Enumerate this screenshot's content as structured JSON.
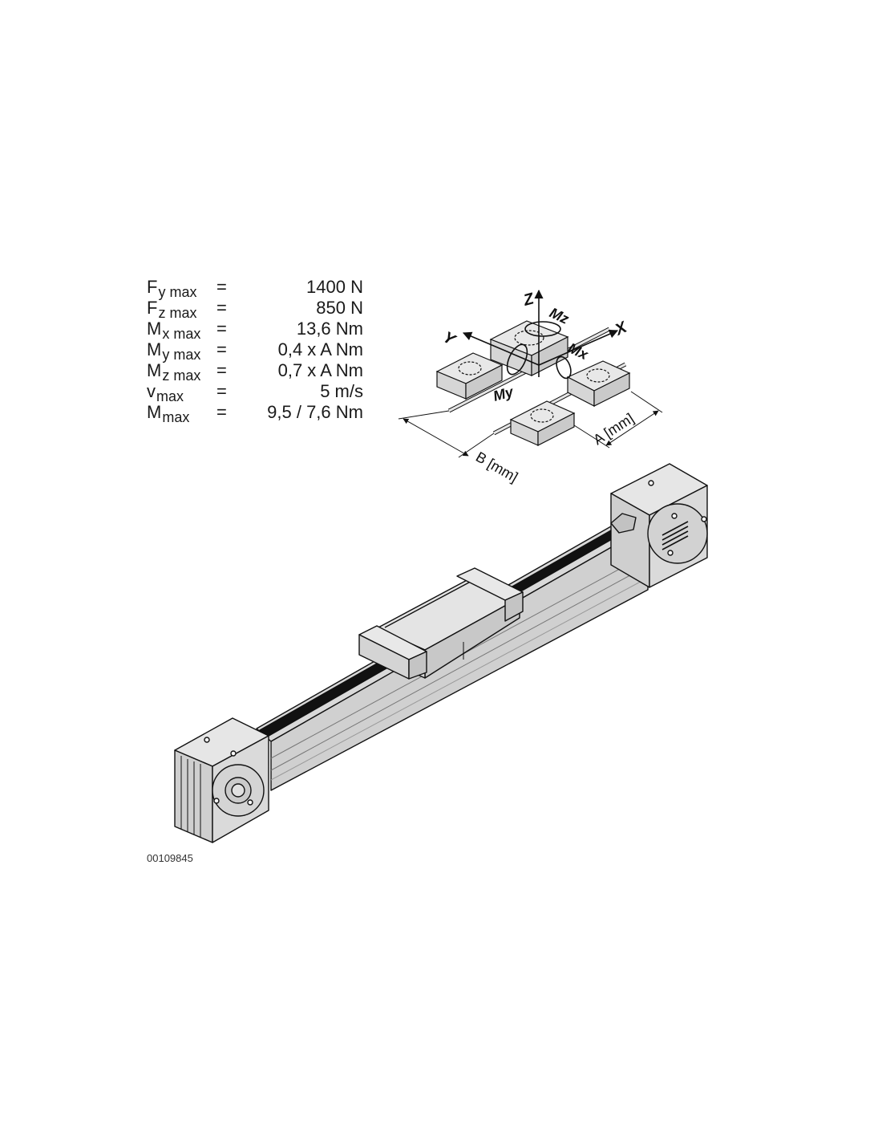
{
  "specs": [
    {
      "symbol": "F",
      "sub": "y max",
      "eq": "=",
      "value": "1400 N"
    },
    {
      "symbol": "F",
      "sub": "z max",
      "eq": "=",
      "value": "850 N"
    },
    {
      "symbol": "M",
      "sub": "x max",
      "eq": "=",
      "value": "13,6 Nm"
    },
    {
      "symbol": "M",
      "sub": "y max",
      "eq": "=",
      "value": "0,4 x A Nm"
    },
    {
      "symbol": "M",
      "sub": "z max",
      "eq": "=",
      "value": "0,7 x A Nm"
    },
    {
      "symbol": "v",
      "sub": "max",
      "eq": "=",
      "value": "5 m/s"
    },
    {
      "symbol": "M",
      "sub": "max",
      "eq": "=",
      "value": "9,5 / 7,6 Nm"
    }
  ],
  "diagram": {
    "axis_z": "Z",
    "axis_y": "Y",
    "axis_x": "X",
    "moment_z": "Mz",
    "moment_x": "Mx",
    "moment_y": "My",
    "dim_a": "A [mm]",
    "dim_b": "B [mm]"
  },
  "doc_id": "00109845"
}
